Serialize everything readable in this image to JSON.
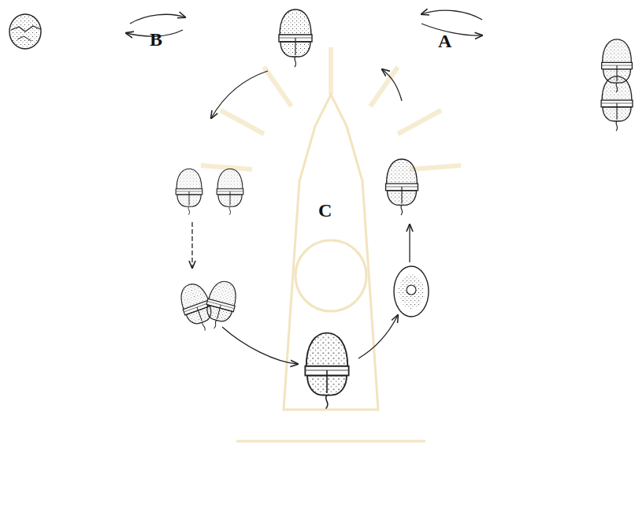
{
  "diagram": {
    "labels": [
      "B",
      "A",
      "C"
    ]
  }
}
